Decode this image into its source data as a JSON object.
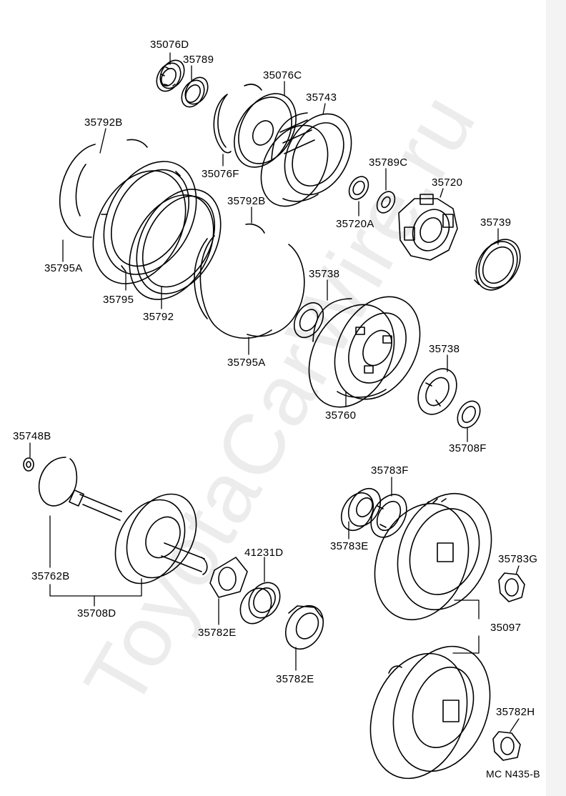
{
  "watermark": "ToyotaCarWire.ru",
  "diagram_code": "MC N435-B",
  "parts": {
    "p35076D": "35076D",
    "p35789": "35789",
    "p35076C": "35076C",
    "p35743": "35743",
    "p35792B_a": "35792B",
    "p35076F": "35076F",
    "p35789C": "35789C",
    "p35720": "35720",
    "p35792B_b": "35792B",
    "p35720A": "35720A",
    "p35739": "35739",
    "p35795A_a": "35795A",
    "p35738_a": "35738",
    "p35795": "35795",
    "p35792": "35792",
    "p35738_b": "35738",
    "p35795A_b": "35795A",
    "p35760": "35760",
    "p35748B": "35748B",
    "p35708F": "35708F",
    "p35783F": "35783F",
    "p41231D": "41231D",
    "p35783E": "35783E",
    "p35783G": "35783G",
    "p35762B": "35762B",
    "p35708D": "35708D",
    "p35097": "35097",
    "p35782E_a": "35782E",
    "p35782E_b": "35782E",
    "p35782H": "35782H"
  }
}
